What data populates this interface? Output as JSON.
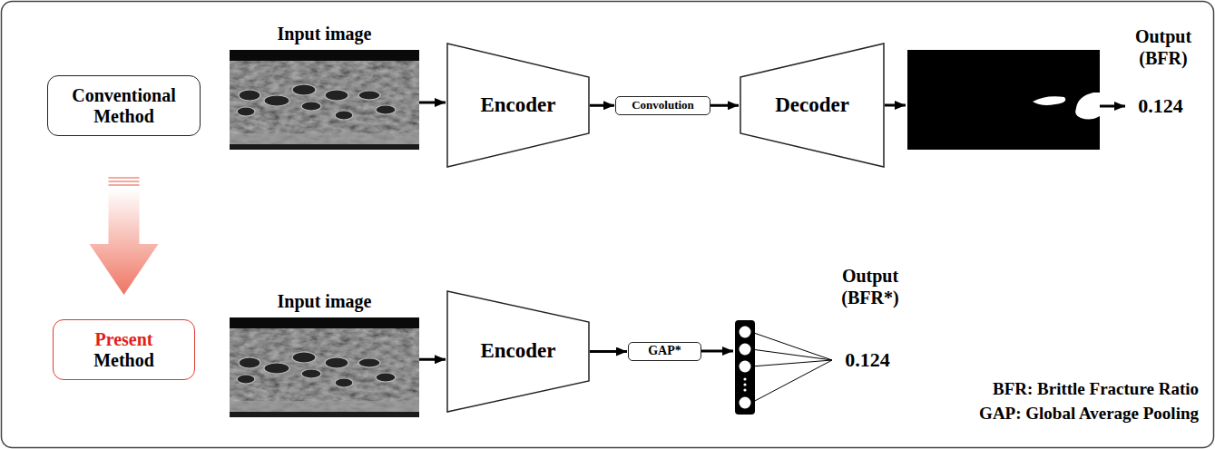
{
  "diagram": {
    "nodes": [
      {
        "text": [
          "Conventional Method"
        ]
      },
      {
        "text": [
          "Present",
          "Method"
        ]
      },
      {
        "text": [
          "Input image"
        ]
      },
      {
        "text": [
          "Encoder"
        ]
      },
      {
        "text": [
          "Convolution"
        ]
      },
      {
        "text": [
          "Decoder"
        ]
      },
      {
        "text": [
          "0.124"
        ]
      },
      {
        "text": [
          "Input image"
        ]
      },
      {
        "text": [
          "Encoder"
        ]
      },
      {
        "text": [
          "GAP*"
        ]
      },
      {
        "text": [
          "0.124"
        ]
      }
    ],
    "edges": [
      {
        "from": 0,
        "to": 1,
        "arrow": "to"
      },
      {
        "from": 2,
        "to": 3,
        "arrow": "to"
      },
      {
        "from": 3,
        "to": 4,
        "arrow": "to"
      },
      {
        "from": 4,
        "to": 5,
        "arrow": "to"
      },
      {
        "from": 7,
        "to": 8,
        "arrow": "to"
      },
      {
        "from": 8,
        "to": 9,
        "arrow": "to"
      }
    ],
    "labels": [
      "Output (BFR)",
      "Output (BFR*)",
      "BFR: Brittle Fracture Ratio",
      "GAP: Global Average Pooling"
    ]
  }
}
